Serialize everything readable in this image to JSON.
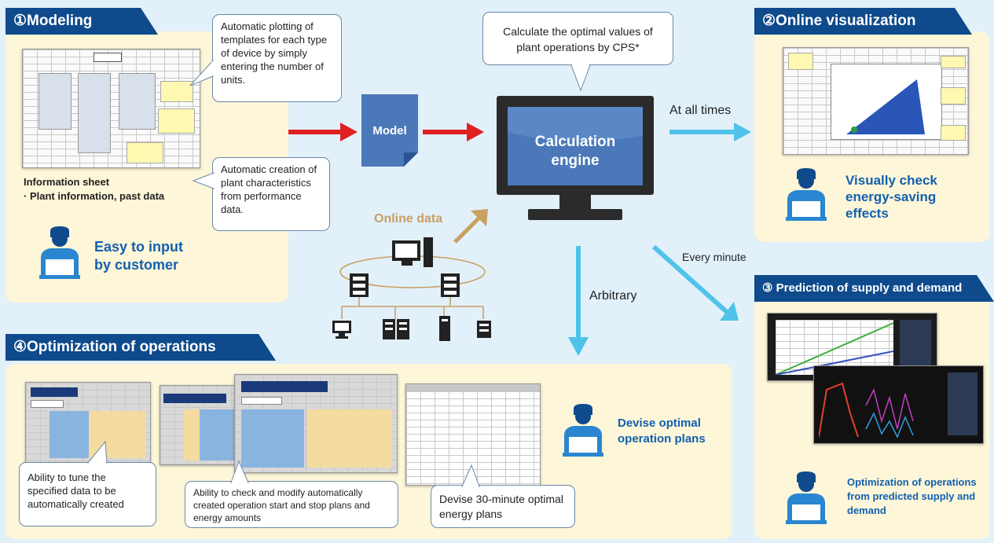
{
  "modeling": {
    "tab": "①Modeling",
    "callout_templates": "Automatic plotting of templates for each type of device by simply entering the number of units.",
    "callout_characteristics": "Automatic creation of plant characteristics from performance data.",
    "info_sheet_title": "Information sheet",
    "info_sheet_sub": "· Plant information, past data",
    "customer_text_1": "Easy to input",
    "customer_text_2": "by customer"
  },
  "center": {
    "model_label": "Model",
    "engine_label_1": "Calculation",
    "engine_label_2": "engine",
    "cps_callout": "Calculate the optimal values of plant operations by CPS*",
    "online_data": "Online data",
    "at_all_times": "At all times",
    "every_minute": "Every minute",
    "arbitrary": "Arbitrary"
  },
  "visualization": {
    "tab": "②Online visualization",
    "text_1": "Visually check",
    "text_2": "energy-saving",
    "text_3": "effects"
  },
  "prediction": {
    "tab": "③ Prediction of supply and demand",
    "text_1": "Optimization of operations",
    "text_2": "from predicted supply and",
    "text_3": "demand"
  },
  "optimization": {
    "tab": "④Optimization of operations",
    "callout_tune": "Ability to tune the specified data to be automatically created",
    "callout_check": "Ability to check and modify automatically created operation start and stop plans and energy amounts",
    "callout_plans": "Devise 30-minute optimal energy plans",
    "devise_1": "Devise optimal",
    "devise_2": "operation plans"
  },
  "colors": {
    "tab_blue": "#0f4a8c",
    "panel_yellow": "#fdf6d8",
    "background": "#e2f0fa",
    "arrow_red": "#e02020",
    "arrow_cyan": "#4fc3ea",
    "arrow_tan": "#c8a060",
    "text_blue": "#1260b0"
  }
}
